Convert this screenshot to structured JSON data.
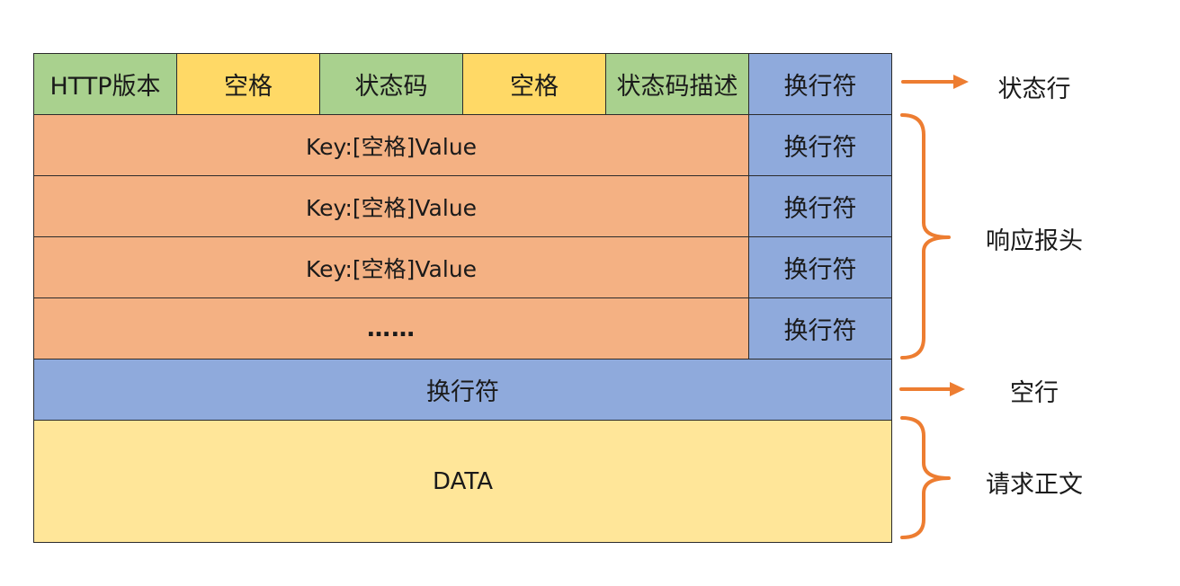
{
  "status_line": {
    "cells": [
      "HTTP版本",
      "空格",
      "状态码",
      "空格",
      "状态码描述",
      "换行符"
    ]
  },
  "headers": {
    "rows": [
      {
        "content": "Key:[空格]Value",
        "newline": "换行符"
      },
      {
        "content": "Key:[空格]Value",
        "newline": "换行符"
      },
      {
        "content": "Key:[空格]Value",
        "newline": "换行符"
      },
      {
        "content": "……",
        "newline": "换行符"
      }
    ]
  },
  "blank_line": {
    "content": "换行符"
  },
  "body": {
    "content": "DATA"
  },
  "annotations": {
    "status_line": "状态行",
    "response_headers": "响应报头",
    "blank_line": "空行",
    "request_body": "请求正文"
  },
  "colors": {
    "green": "#a9d18e",
    "yellow": "#ffd966",
    "blue": "#8faadc",
    "orange": "#f4b183",
    "pale_yellow": "#ffe699",
    "annotation_orange": "#ed7d31"
  }
}
